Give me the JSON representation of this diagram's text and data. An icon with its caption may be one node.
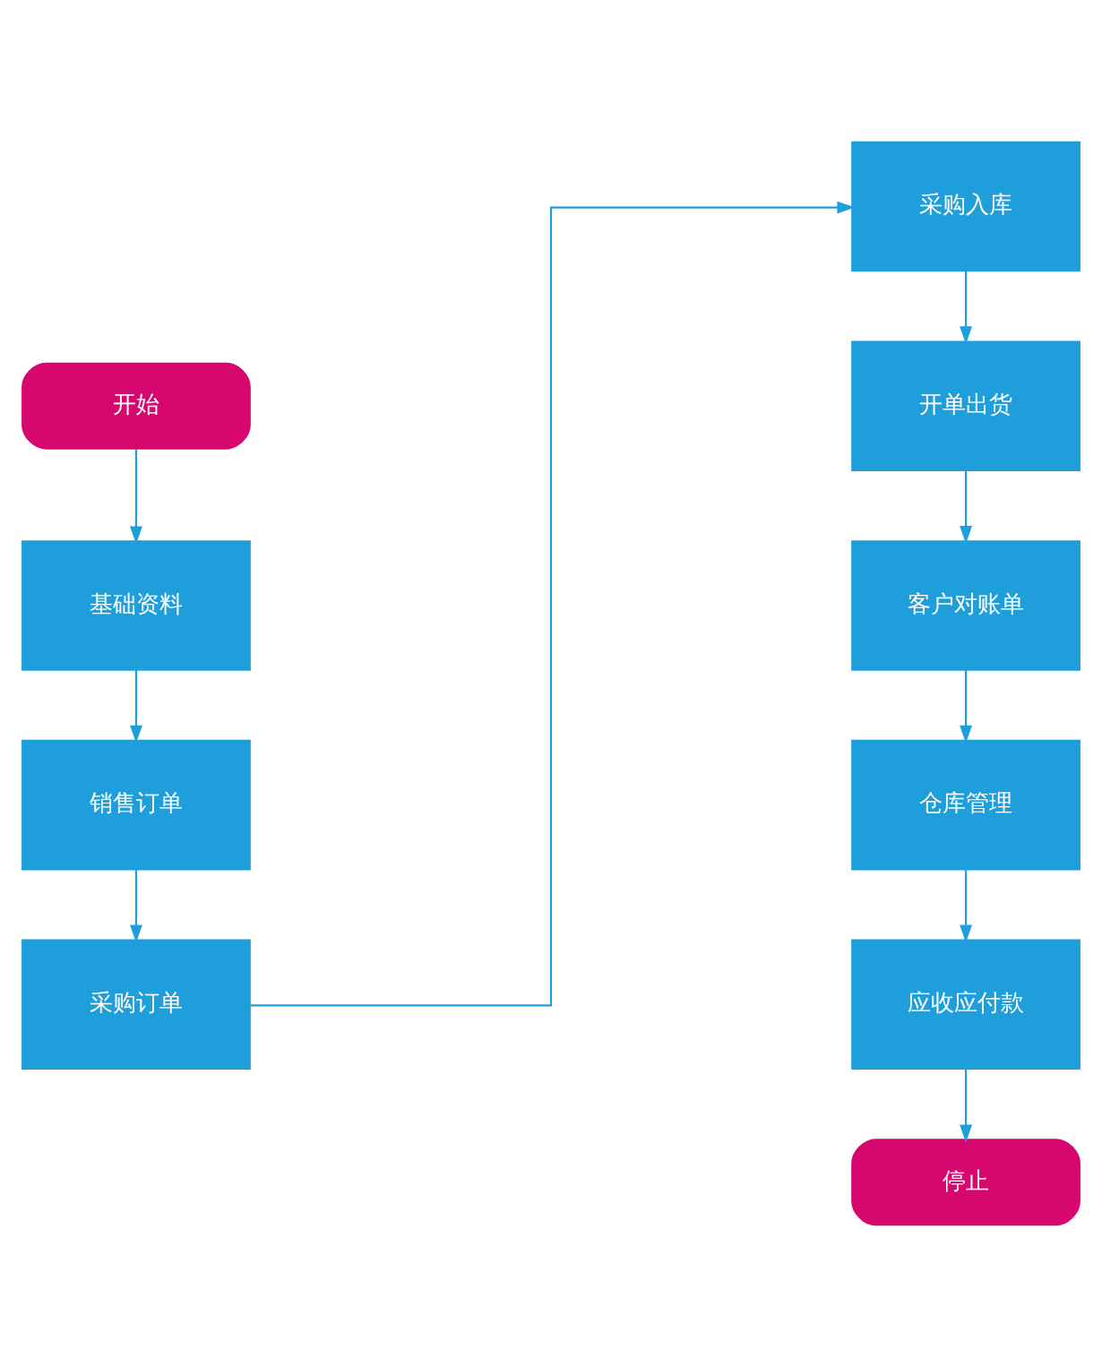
{
  "diagram": {
    "nodes": [
      {
        "text": [
          "开始"
        ]
      },
      {
        "text": [
          "基础资料"
        ]
      },
      {
        "text": [
          "销售订单"
        ]
      },
      {
        "text": [
          "采购订单"
        ]
      },
      {
        "text": [
          "采购入库"
        ]
      },
      {
        "text": [
          "开单出货"
        ]
      },
      {
        "text": [
          "客户对账单"
        ]
      },
      {
        "text": [
          "仓库管理"
        ]
      },
      {
        "text": [
          "应收应付款"
        ]
      },
      {
        "text": [
          "停止"
        ]
      }
    ],
    "edges": [
      {
        "from": 0,
        "to": 1,
        "arrow": "to"
      },
      {
        "from": 1,
        "to": 2,
        "arrow": "to"
      },
      {
        "from": 2,
        "to": 3,
        "arrow": "to"
      },
      {
        "from": 3,
        "to": 4,
        "arrow": "to"
      },
      {
        "from": 4,
        "to": 5,
        "arrow": "to"
      },
      {
        "from": 5,
        "to": 6,
        "arrow": "to"
      },
      {
        "from": 6,
        "to": 7,
        "arrow": "to"
      },
      {
        "from": 7,
        "to": 8,
        "arrow": "to"
      },
      {
        "from": 8,
        "to": 9,
        "arrow": "to"
      }
    ]
  }
}
